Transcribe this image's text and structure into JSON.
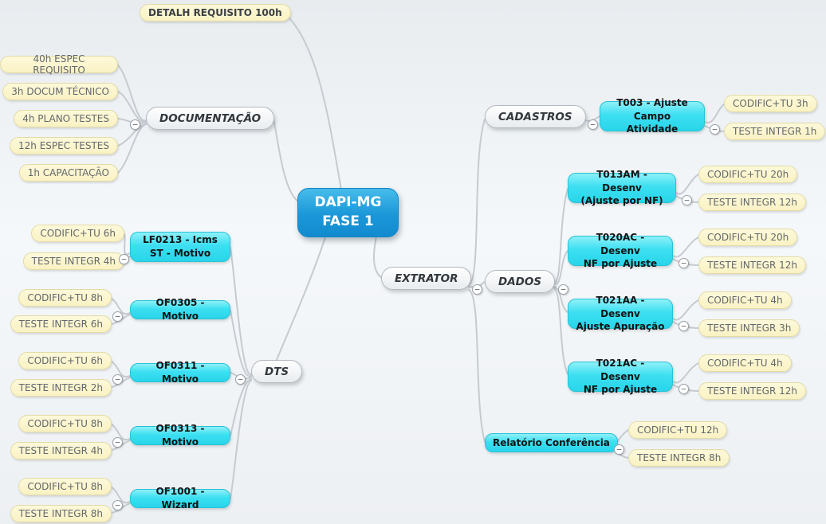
{
  "colors": {
    "root_fill": "#1b97d8",
    "topic_fill": "#3cdff1",
    "leaf_fill": "#fbf3c6",
    "bubble_fill": "#ffffff",
    "connector": "#c5cbd1"
  },
  "ui": {
    "collapse_glyph": "−"
  },
  "m": {
    "root": "DAPI-MG\nFASE 1",
    "detalh": "DETALH REQUISITO 100h",
    "documentacao": {
      "label": "DOCUMENTAÇÃO",
      "children": [
        "40h ESPEC REQUISITO",
        "3h DOCUM TÉCNICO",
        "4h PLANO TESTES",
        "12h ESPEC TESTES",
        "1h CAPACITAÇÃO"
      ]
    },
    "extrator": {
      "label": "EXTRATOR"
    },
    "cadastros": {
      "label": "CADASTROS",
      "t003": {
        "label": "T003 - Ajuste\nCampo Atividade",
        "children": [
          "CODIFIC+TU 3h",
          "TESTE INTEGR 1h"
        ]
      }
    },
    "dados": {
      "label": "DADOS",
      "tasks": [
        {
          "label": "T013AM - Desenv\n(Ajuste por NF)",
          "children": [
            "CODIFIC+TU 20h",
            "TESTE INTEGR 12h"
          ]
        },
        {
          "label": "T020AC - Desenv\nNF por Ajuste",
          "children": [
            "CODIFIC+TU 20h",
            "TESTE INTEGR 12h"
          ]
        },
        {
          "label": "T021AA - Desenv\nAjuste Apuração",
          "children": [
            "CODIFIC+TU 4h",
            "TESTE INTEGR 3h"
          ]
        },
        {
          "label": "T021AC - Desenv\nNF por Ajuste",
          "children": [
            "CODIFIC+TU 4h",
            "TESTE INTEGR 12h"
          ]
        }
      ]
    },
    "relatorio": {
      "label": "Relatório Conferência",
      "children": [
        "CODIFIC+TU 12h",
        "TESTE INTEGR 8h"
      ]
    },
    "dts": {
      "label": "DTS",
      "tasks": [
        {
          "label": "LF0213 - Icms\nST - Motivo",
          "children": [
            "CODIFIC+TU 6h",
            "TESTE INTEGR 4h"
          ]
        },
        {
          "label": "OF0305 - Motivo",
          "children": [
            "CODIFIC+TU 8h",
            "TESTE INTEGR 6h"
          ]
        },
        {
          "label": "OF0311 - Motivo",
          "children": [
            "CODIFIC+TU 6h",
            "TESTE INTEGR 2h"
          ]
        },
        {
          "label": "OF0313 - Motivo",
          "children": [
            "CODIFIC+TU 8h",
            "TESTE INTEGR 4h"
          ]
        },
        {
          "label": "OF1001 - Wizard",
          "children": [
            "CODIFIC+TU 8h",
            "TESTE INTEGR 8h"
          ]
        }
      ]
    }
  }
}
